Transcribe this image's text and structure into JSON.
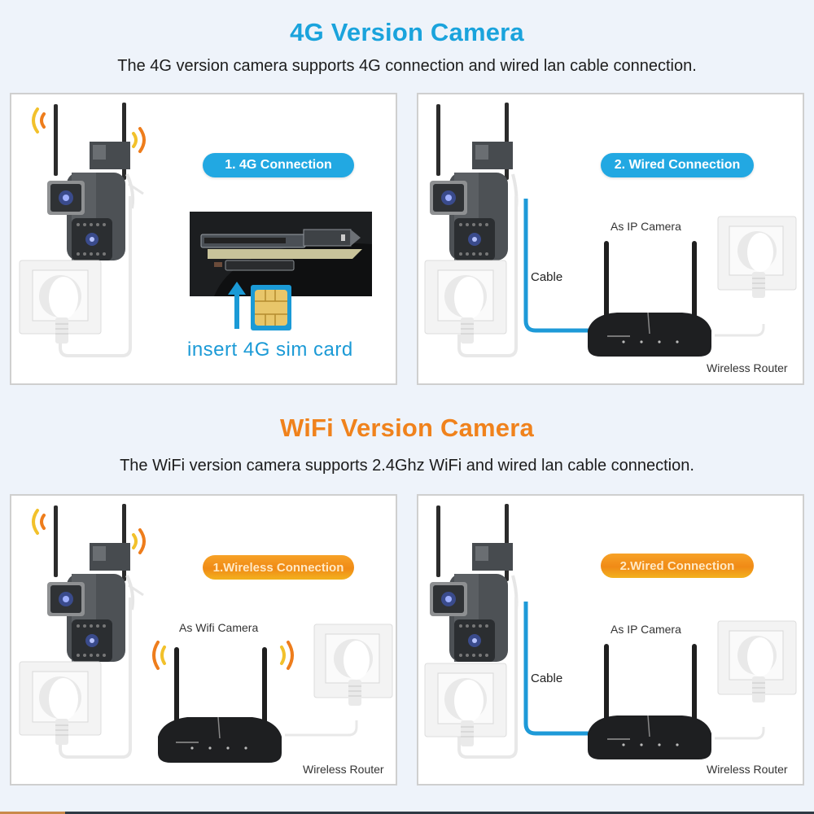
{
  "sections": [
    {
      "title": "4G Version Camera",
      "subtitle": "The 4G version camera supports 4G connection and wired lan cable connection.",
      "accent_color": "#1aa3dc",
      "panels": [
        {
          "badge": "1. 4G Connection",
          "caption": "insert 4G sim card",
          "illustration": [
            "camera-icon",
            "wifi-waves-icon",
            "power-outlet-icon",
            "sim-slot-photo",
            "up-arrow-icon",
            "sim-card-icon"
          ]
        },
        {
          "badge": "2. Wired Connection",
          "cable_label": "Cable",
          "router_caption": "As IP Camera",
          "router_label": "Wireless Router",
          "illustration": [
            "camera-icon",
            "power-outlet-icon",
            "ethernet-cable",
            "router-icon",
            "power-outlet-icon"
          ]
        }
      ]
    },
    {
      "title": "WiFi Version Camera",
      "subtitle": "The WiFi version camera supports 2.4Ghz WiFi and wired lan cable connection.",
      "accent_color": "#f0821c",
      "panels": [
        {
          "badge": "1.Wireless Connection",
          "router_caption": "As Wifi Camera",
          "router_label": "Wireless Router",
          "illustration": [
            "camera-icon",
            "wifi-waves-icon",
            "power-outlet-icon",
            "router-icon",
            "wifi-waves-icon",
            "power-outlet-icon"
          ]
        },
        {
          "badge": "2.Wired Connection",
          "cable_label": "Cable",
          "router_caption": "As IP Camera",
          "router_label": "Wireless Router",
          "illustration": [
            "camera-icon",
            "power-outlet-icon",
            "ethernet-cable",
            "router-icon",
            "power-outlet-icon"
          ]
        }
      ]
    }
  ],
  "colors": {
    "background": "#eef3fa",
    "blue_badge": "#22a8e2",
    "orange_badge": "#f08a16",
    "cable_blue": "#1e9ad8",
    "device_dark": "#2a2a2a"
  }
}
